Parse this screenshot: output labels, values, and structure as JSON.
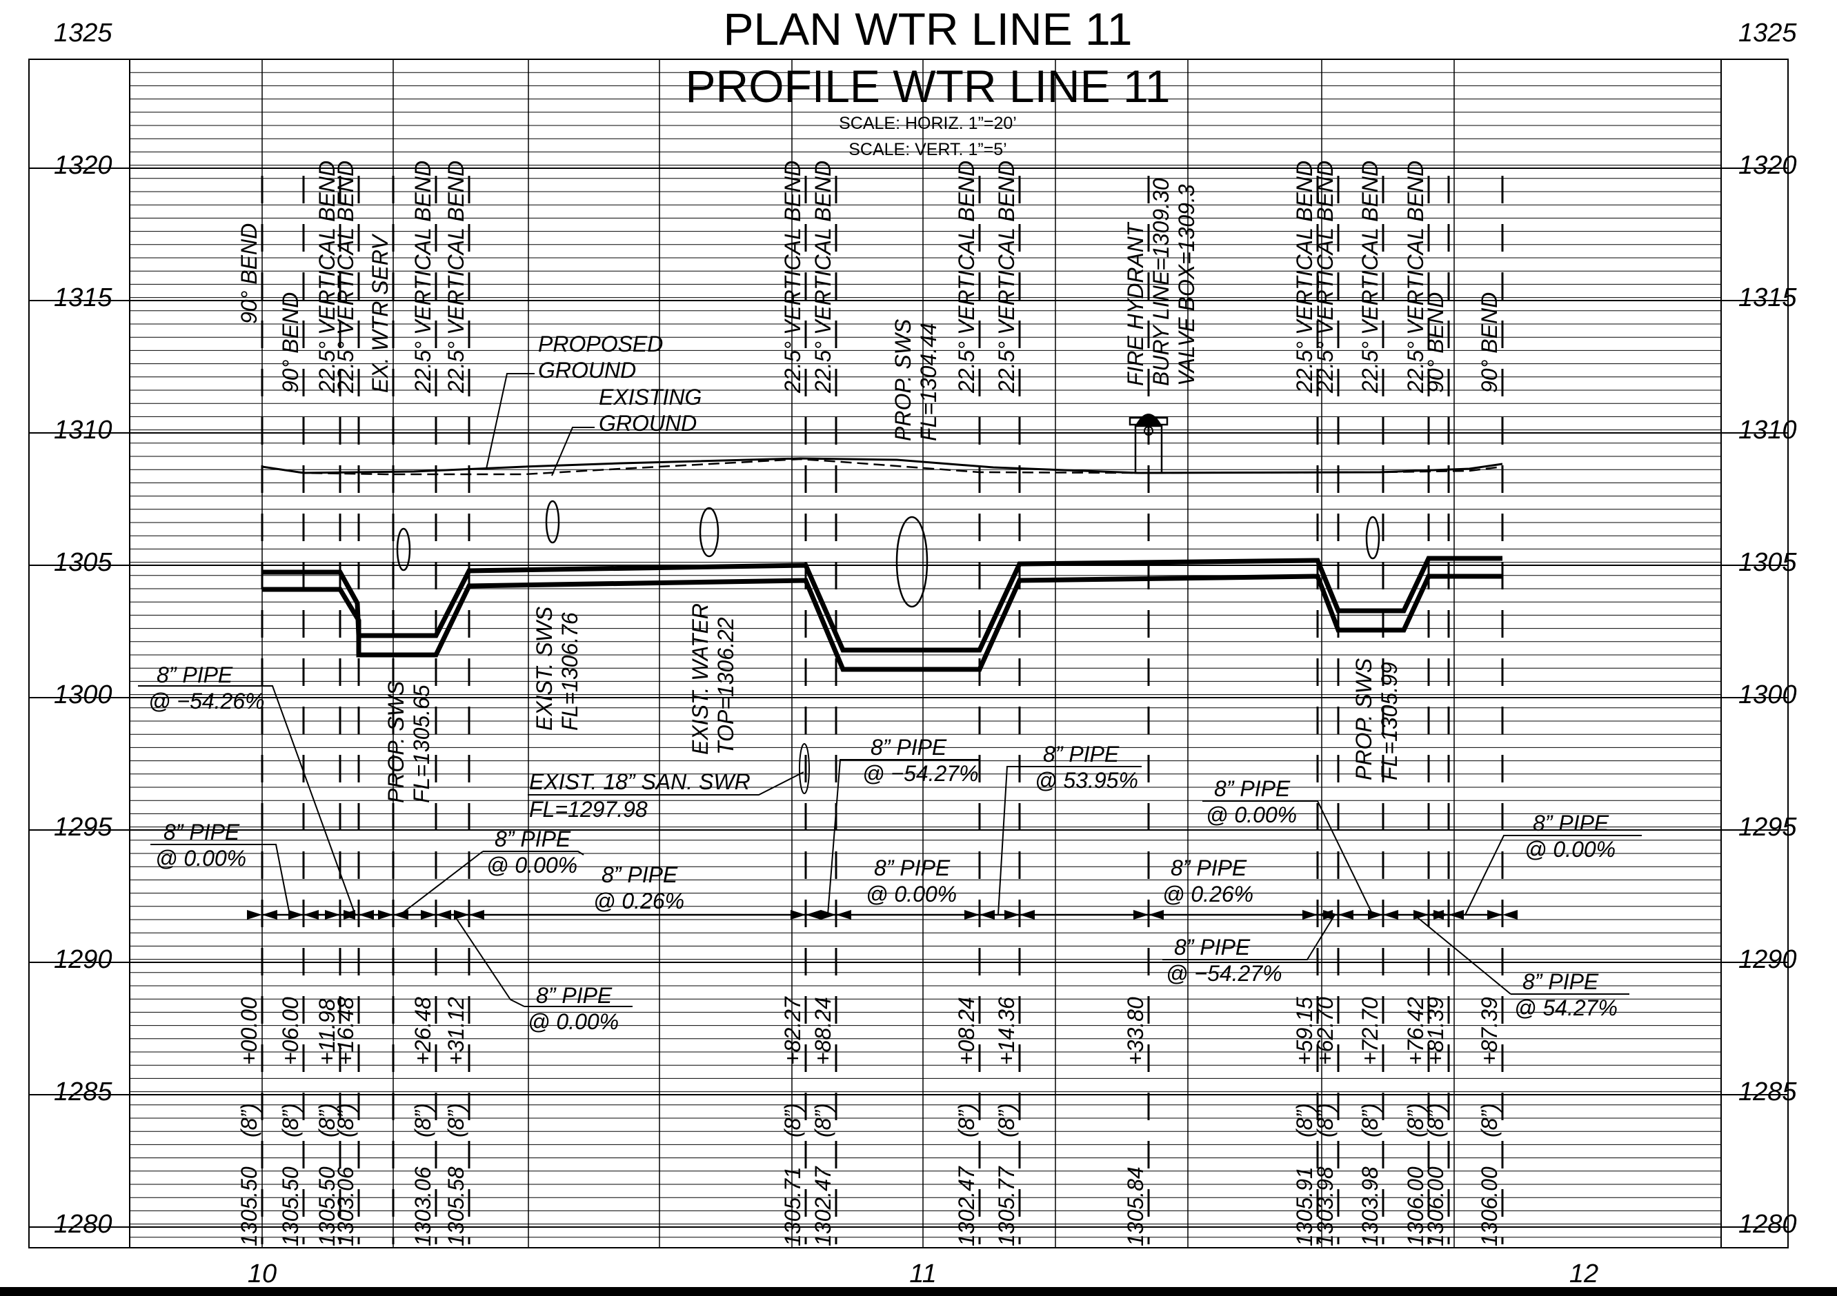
{
  "title": {
    "plan": "PLAN WTR LINE 11",
    "profile": "PROFILE WTR LINE 11",
    "scale_horiz": "SCALE:  HORIZ.  1”=20’",
    "scale_vert": "SCALE:  VERT.  1”=5’"
  },
  "elevations": [
    "1325",
    "1320",
    "1315",
    "1310",
    "1305",
    "1300",
    "1295",
    "1290",
    "1285",
    "1280"
  ],
  "stations_bottom": [
    "10",
    "11",
    "12"
  ],
  "stations": [
    {
      "sta": "+00.00",
      "size": "(8”)",
      "elev": "1305.50",
      "desc": "90°  BEND"
    },
    {
      "sta": "+06.00",
      "size": "(8”)",
      "elev": "1305.50",
      "desc": "90°  BEND"
    },
    {
      "sta": "+11.98",
      "size": "(8”)",
      "elev": "1305.50",
      "desc": "22.5°  VERTICAL  BEND"
    },
    {
      "sta": "+16.48",
      "size": "(8”)",
      "elev": "1303.06",
      "desc": "22.5°  VERTICAL  BEND"
    },
    {
      "sta": "",
      "size": "",
      "elev": "",
      "desc": "EX.  WTR  SERV"
    },
    {
      "sta": "+26.48",
      "size": "(8”)",
      "elev": "1303.06",
      "desc": "22.5°  VERTICAL  BEND"
    },
    {
      "sta": "+31.12",
      "size": "(8”)",
      "elev": "1305.58",
      "desc": "22.5°  VERTICAL  BEND"
    },
    {
      "sta": "+82.27",
      "size": "(8”)",
      "elev": "1305.71",
      "desc": "22.5°  VERTICAL  BEND"
    },
    {
      "sta": "+88.24",
      "size": "(8”)",
      "elev": "1302.47",
      "desc": "22.5°  VERTICAL  BEND"
    },
    {
      "sta": "+08.24",
      "size": "(8”)",
      "elev": "1302.47",
      "desc": "22.5°  VERTICAL  BEND"
    },
    {
      "sta": "+14.36",
      "size": "(8”)",
      "elev": "1305.77",
      "desc": "22.5°  VERTICAL  BEND"
    },
    {
      "sta": "+33.80",
      "size": "",
      "elev": "1305.84",
      "desc": ""
    },
    {
      "sta": "+59.15",
      "size": "(8”)",
      "elev": "1305.91",
      "desc": "22.5°  VERTICAL  BEND"
    },
    {
      "sta": "+62.70",
      "size": "(8”)",
      "elev": "1303.98",
      "desc": "22.5°  VERTICAL  BEND"
    },
    {
      "sta": "+72.70",
      "size": "(8”)",
      "elev": "1303.98",
      "desc": "22.5°  VERTICAL  BEND"
    },
    {
      "sta": "+76.42",
      "size": "(8”)",
      "elev": "1306.00",
      "desc": "22.5°  VERTICAL  BEND"
    },
    {
      "sta": "+81.39",
      "size": "(8”)",
      "elev": "1306.00",
      "desc": "90°  BEND"
    },
    {
      "sta": "+87.39",
      "size": "(8”)",
      "elev": "1306.00",
      "desc": "90°  BEND"
    }
  ],
  "labels": {
    "proposed_ground": [
      "PROPOSED",
      "GROUND"
    ],
    "existing_ground": [
      "EXISTING",
      "GROUND"
    ],
    "prop_sws_1": [
      "PROP.  SWS",
      "FL=1305.65"
    ],
    "exist_sws": [
      "EXIST.  SWS",
      "FL=1306.76"
    ],
    "exist_water": [
      "EXIST.  WATER",
      "TOP=1306.22"
    ],
    "prop_sws_2": [
      "PROP.  SWS",
      "FL=1304.44"
    ],
    "fire_hydrant": [
      "FIRE  HYDRANT",
      "BURY  LINE=1309.30",
      "VALVE  BOX=1309.3"
    ],
    "prop_sws_3": [
      "PROP.  SWS",
      "FL=1305.99"
    ],
    "san_swr": [
      "EXIST.  18”  SAN.  SWR",
      "FL=1297.98"
    ]
  },
  "pipes": [
    {
      "size": "8”  PIPE",
      "slope": "@  −54.26%"
    },
    {
      "size": "8”  PIPE",
      "slope": "@  0.00%"
    },
    {
      "size": "8”  PIPE",
      "slope": "@  0.00%"
    },
    {
      "size": "8”  PIPE",
      "slope": "@  0.26%"
    },
    {
      "size": "8”  PIPE",
      "slope": "@  0.00%"
    },
    {
      "size": "8”  PIPE",
      "slope": "@  −54.27%"
    },
    {
      "size": "8”  PIPE",
      "slope": "@  0.00%"
    },
    {
      "size": "8”  PIPE",
      "slope": "@  53.95%"
    },
    {
      "size": "8”  PIPE",
      "slope": "@  0.00%"
    },
    {
      "size": "8”  PIPE",
      "slope": "@  0.26%"
    },
    {
      "size": "8”  PIPE",
      "slope": "@  −54.27%"
    },
    {
      "size": "8”  PIPE",
      "slope": "@  0.00%"
    },
    {
      "size": "8”  PIPE",
      "slope": "@  54.27%"
    }
  ]
}
